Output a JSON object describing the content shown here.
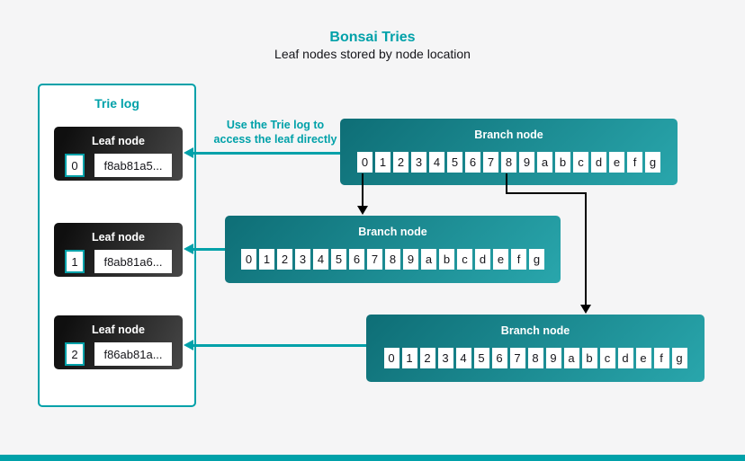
{
  "page": {
    "title": "Bonsai Tries",
    "subtitle": "Leaf nodes stored by node location"
  },
  "annotation": {
    "line1": "Use the Trie log to",
    "line2": "access the leaf directly"
  },
  "trie_log": {
    "title": "Trie log",
    "leaves": [
      {
        "label": "Leaf node",
        "index": "0",
        "hash": "f8ab81a5..."
      },
      {
        "label": "Leaf node",
        "index": "1",
        "hash": "f8ab81a6..."
      },
      {
        "label": "Leaf node",
        "index": "2",
        "hash": "f86ab81a..."
      }
    ]
  },
  "branch_nodes": [
    {
      "label": "Branch node",
      "cells": [
        "0",
        "1",
        "2",
        "3",
        "4",
        "5",
        "6",
        "7",
        "8",
        "9",
        "a",
        "b",
        "c",
        "d",
        "e",
        "f",
        "g"
      ]
    },
    {
      "label": "Branch node",
      "cells": [
        "0",
        "1",
        "2",
        "3",
        "4",
        "5",
        "6",
        "7",
        "8",
        "9",
        "a",
        "b",
        "c",
        "d",
        "e",
        "f",
        "g"
      ]
    },
    {
      "label": "Branch node",
      "cells": [
        "0",
        "1",
        "2",
        "3",
        "4",
        "5",
        "6",
        "7",
        "8",
        "9",
        "a",
        "b",
        "c",
        "d",
        "e",
        "f",
        "g"
      ]
    }
  ],
  "edges": [
    {
      "from": "branch-node-1-cell-0",
      "to": "branch-node-2",
      "color": "black"
    },
    {
      "from": "branch-node-1-cell-8",
      "to": "branch-node-3",
      "color": "black"
    },
    {
      "from": "branch-node-1",
      "to": "leaf-node-0",
      "color": "teal"
    },
    {
      "from": "branch-node-2",
      "to": "leaf-node-1",
      "color": "teal"
    },
    {
      "from": "branch-node-3",
      "to": "leaf-node-2",
      "color": "teal"
    }
  ],
  "colors": {
    "accent_teal": "#00a1a9",
    "branch_gradient_start": "#0e6e76",
    "branch_gradient_end": "#29a6ac",
    "leaf_gradient_start": "#0f0f0f",
    "leaf_gradient_end": "#474747",
    "background": "#f5f5f6",
    "arrow_black": "#000000"
  }
}
